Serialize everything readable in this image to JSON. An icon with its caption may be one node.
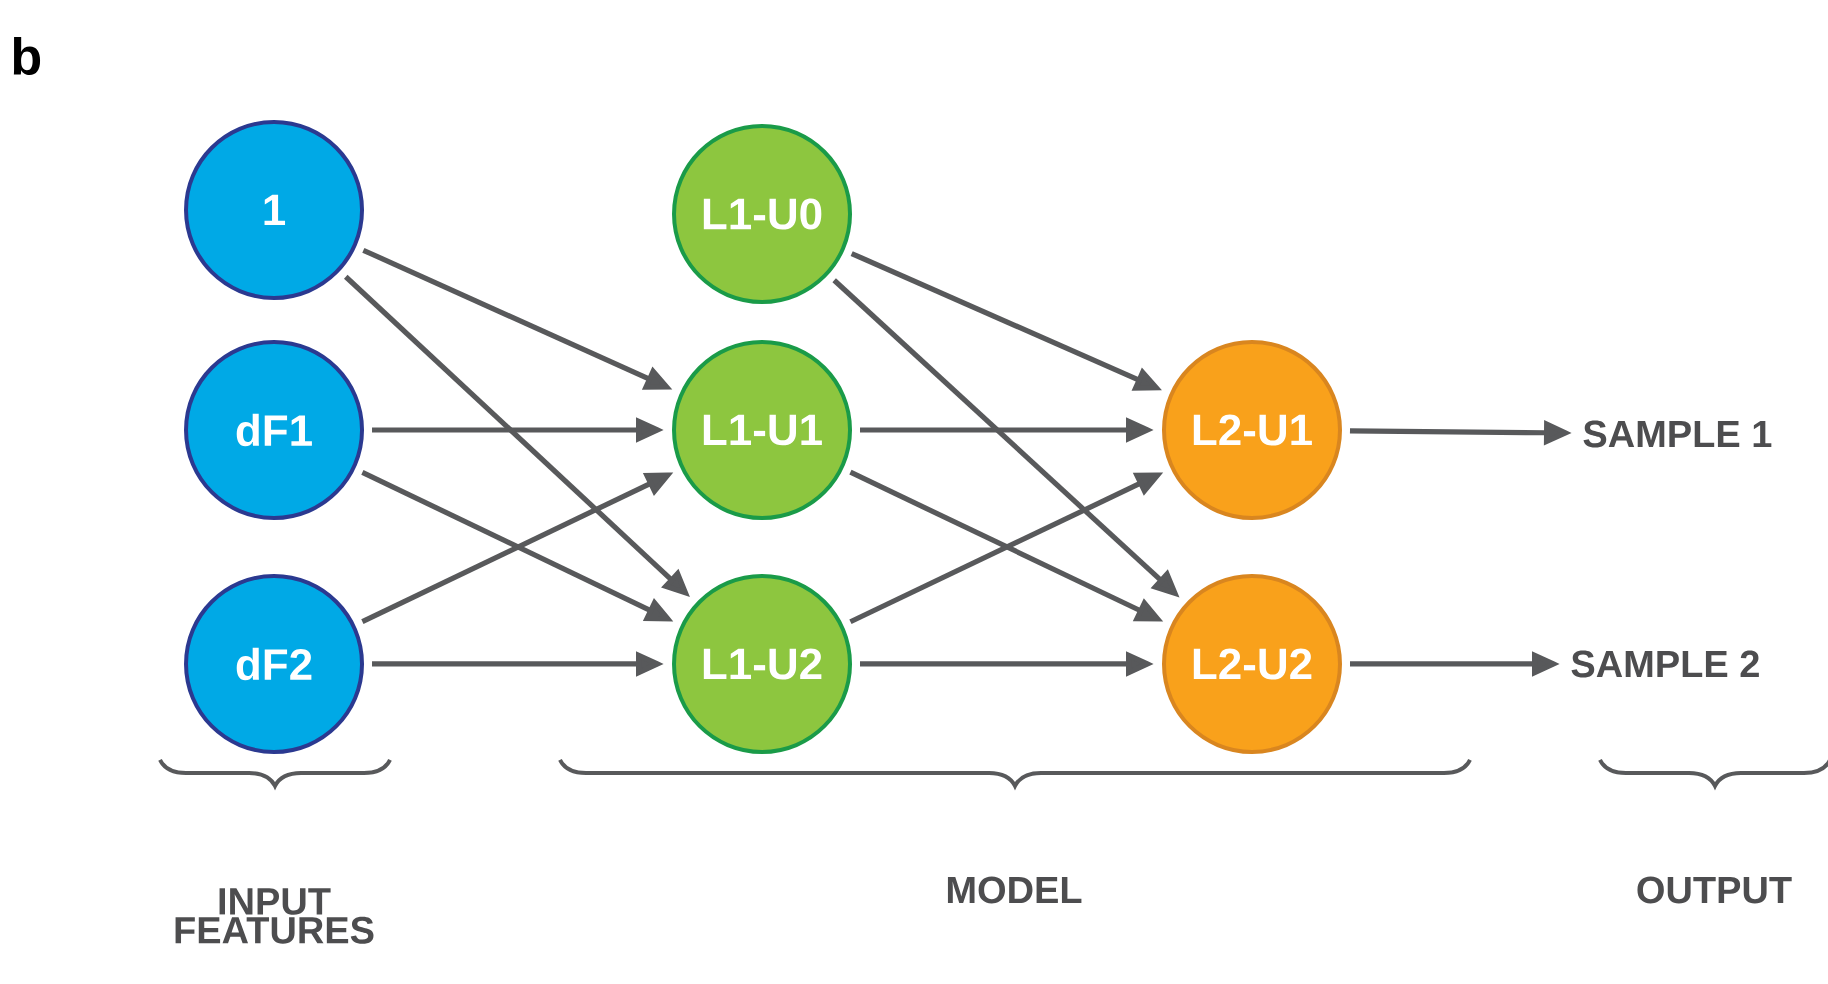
{
  "diagram": {
    "nodes": [
      {
        "text": [
          "1"
        ]
      },
      {
        "text": [
          "dF1"
        ]
      },
      {
        "text": [
          "dF2"
        ]
      },
      {
        "text": [
          "L1-U0"
        ]
      },
      {
        "text": [
          "L1-U1"
        ]
      },
      {
        "text": [
          "L1-U2"
        ]
      },
      {
        "text": [
          "L2-U1"
        ]
      },
      {
        "text": [
          "L2-U2"
        ]
      },
      {
        "text": [
          "SAMPLE 1"
        ]
      },
      {
        "text": [
          "SAMPLE 2"
        ]
      }
    ],
    "edges": [
      {
        "from": 0,
        "to": 4,
        "arrow": "to"
      },
      {
        "from": 0,
        "to": 5,
        "arrow": "to"
      },
      {
        "from": 1,
        "to": 4,
        "arrow": "to"
      },
      {
        "from": 1,
        "to": 5,
        "arrow": "to"
      },
      {
        "from": 2,
        "to": 4,
        "arrow": "to"
      },
      {
        "from": 2,
        "to": 5,
        "arrow": "to"
      },
      {
        "from": 3,
        "to": 6,
        "arrow": "to"
      },
      {
        "from": 3,
        "to": 7,
        "arrow": "to"
      },
      {
        "from": 4,
        "to": 6,
        "arrow": "to"
      },
      {
        "from": 4,
        "to": 7,
        "arrow": "to"
      },
      {
        "from": 5,
        "to": 6,
        "arrow": "to"
      },
      {
        "from": 5,
        "to": 7,
        "arrow": "to"
      },
      {
        "from": 6,
        "to": 8,
        "arrow": "to"
      },
      {
        "from": 7,
        "to": 9,
        "arrow": "to"
      }
    ],
    "labels": [
      "b",
      "INPUT FEATURES",
      "MODEL",
      "OUTPUT"
    ]
  }
}
